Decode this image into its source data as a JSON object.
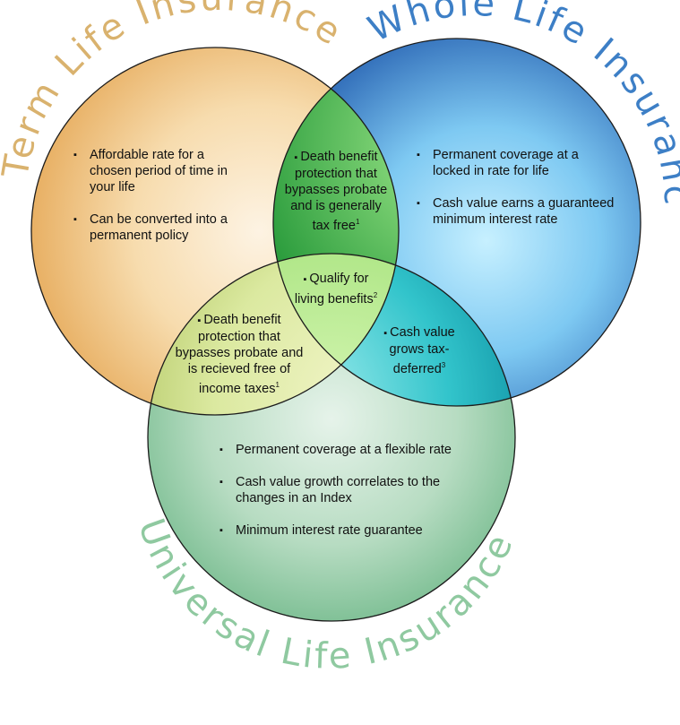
{
  "titles": {
    "term": "Term Life Insurance",
    "whole": "Whole Life Insurance",
    "universal": "Universal Life Insurance"
  },
  "colors": {
    "term_title": "#d9b26e",
    "whole_title": "#3d7fc6",
    "universal_title": "#8fc9a0"
  },
  "regions": {
    "term_only": [
      "Affordable rate for a chosen period of time in your life",
      "Can be converted into a permanent policy"
    ],
    "whole_only": [
      "Permanent coverage at a locked in rate for life",
      "Cash value earns a guaranteed minimum interest rate"
    ],
    "universal_only": [
      "Permanent coverage at a flexible rate",
      "Cash value growth correlates to the changes in an Index",
      "Minimum interest rate guarantee"
    ],
    "term_whole": {
      "bullet": "▪",
      "text": "Death benefit protection that bypasses probate and is generally tax free",
      "sup": "1"
    },
    "term_universal": {
      "bullet": "▪",
      "text": "Death benefit protection that bypasses probate and is recieved free of income taxes",
      "sup": "1"
    },
    "whole_universal": {
      "bullet": "▪",
      "text": "Cash value grows tax-deferred",
      "sup": "3"
    },
    "all_three": {
      "bullet": "▪",
      "text": "Qualify for living benefits",
      "sup": "2"
    }
  }
}
